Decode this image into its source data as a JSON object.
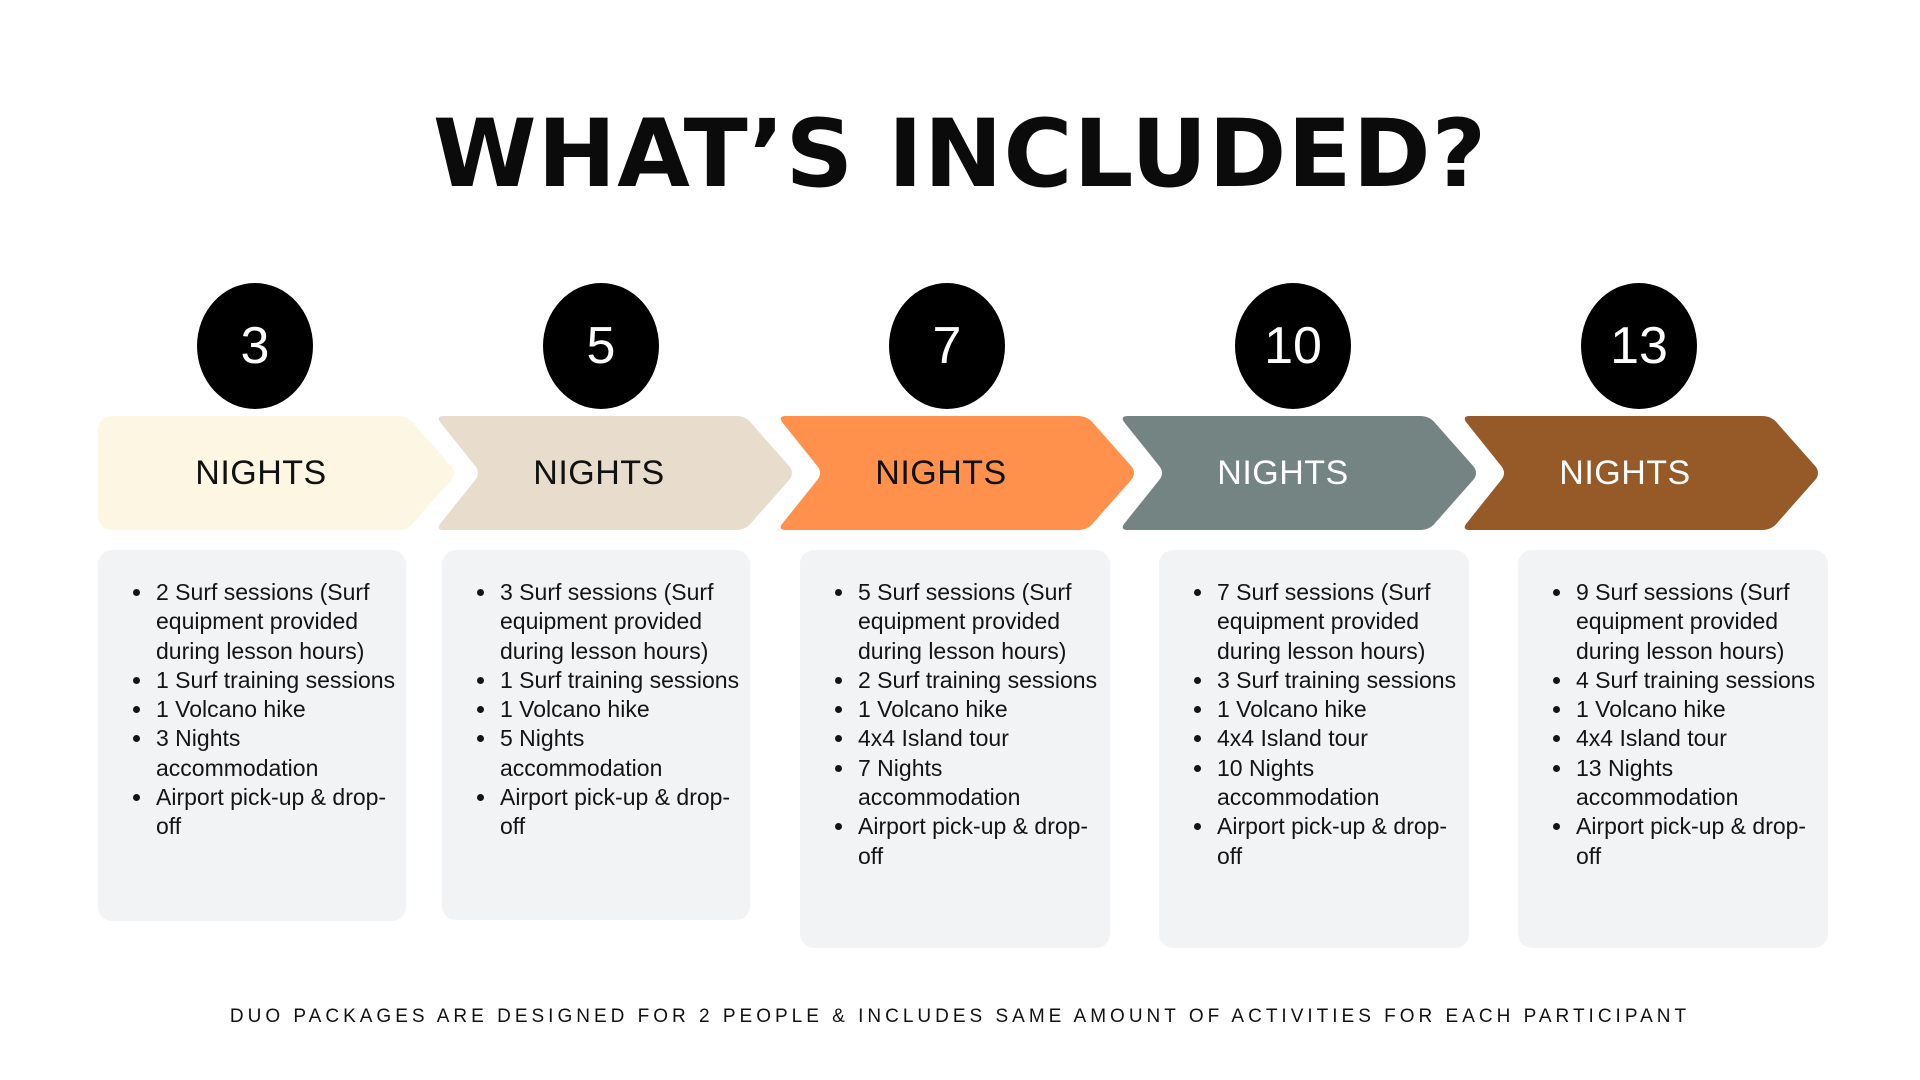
{
  "title": "WHAT’S INCLUDED?",
  "packages": [
    {
      "nights": "3",
      "label": "NIGHTS",
      "color": "#fcf6e3",
      "text_color": "#111111",
      "items": [
        "2 Surf sessions (Surf equipment provided during lesson hours)",
        "1 Surf training sessions",
        "1 Volcano hike",
        "3 Nights accommodation",
        "Airport pick-up & drop-off"
      ]
    },
    {
      "nights": "5",
      "label": "NIGHTS",
      "color": "#e8dccc",
      "text_color": "#111111",
      "items": [
        "3 Surf sessions (Surf equipment provided during lesson hours)",
        "1 Surf training sessions",
        "1 Volcano hike",
        "5 Nights accommodation",
        "Airport pick-up & drop-off"
      ]
    },
    {
      "nights": "7",
      "label": "NIGHTS",
      "color": "#ff914d",
      "text_color": "#111111",
      "items": [
        "5 Surf sessions (Surf equipment provided during lesson hours)",
        "2 Surf training sessions",
        "1 Volcano hike",
        "4x4 Island tour",
        "7 Nights accommodation",
        "Airport pick-up & drop-off"
      ]
    },
    {
      "nights": "10",
      "label": "NIGHTS",
      "color": "#748482",
      "text_color": "#ffffff",
      "items": [
        "7 Surf sessions (Surf equipment provided during lesson hours)",
        "3 Surf training sessions",
        "1 Volcano hike",
        "4x4 Island tour",
        "10 Nights accommodation",
        "Airport pick-up & drop-off"
      ]
    },
    {
      "nights": "13",
      "label": "NIGHTS",
      "color": "#955a28",
      "text_color": "#ffffff",
      "items": [
        "9 Surf sessions (Surf equipment provided during lesson hours)",
        "4 Surf training sessions",
        "1 Volcano hike",
        "4x4 Island tour",
        "13 Nights accommodation",
        "Airport pick-up & drop-off"
      ]
    }
  ],
  "footer": "DUO PACKAGES ARE DESIGNED FOR 2 PEOPLE & INCLUDES SAME AMOUNT OF ACTIVITIES FOR EACH PARTICIPANT"
}
